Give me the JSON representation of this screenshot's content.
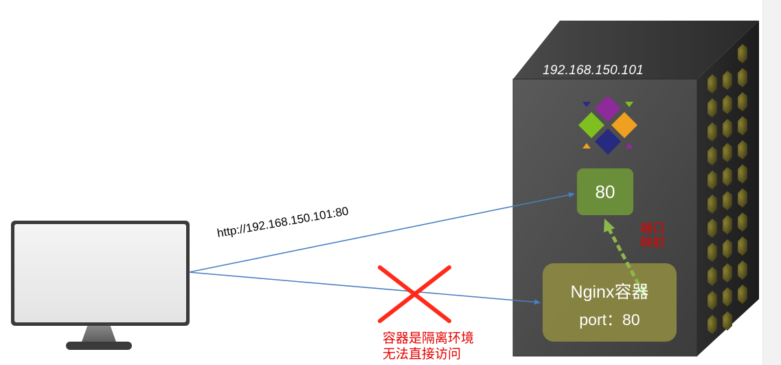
{
  "diagram": {
    "server": {
      "ip": "192.168.150.101",
      "host_port": "80",
      "logo_icon": "four-diamond-logo-icon"
    },
    "container": {
      "name": "Nginx容器",
      "port": "port：80"
    },
    "labels": {
      "request_url": "http://192.168.150.101:80",
      "port_mapping": "端口映射",
      "isolation_note_line1": "容器是隔离环境",
      "isolation_note_line2": "无法直接访问"
    },
    "colors": {
      "server_front": "#4d4d4d",
      "server_side": "#2b2b2b",
      "port_box": "#6b8e3a",
      "container_box": "#8a8642",
      "arrow_blue": "#4a7fc1",
      "mapping_arrow": "#8cb84a",
      "cross_red": "#ff2a1a",
      "warning_text": "#e60000"
    }
  }
}
